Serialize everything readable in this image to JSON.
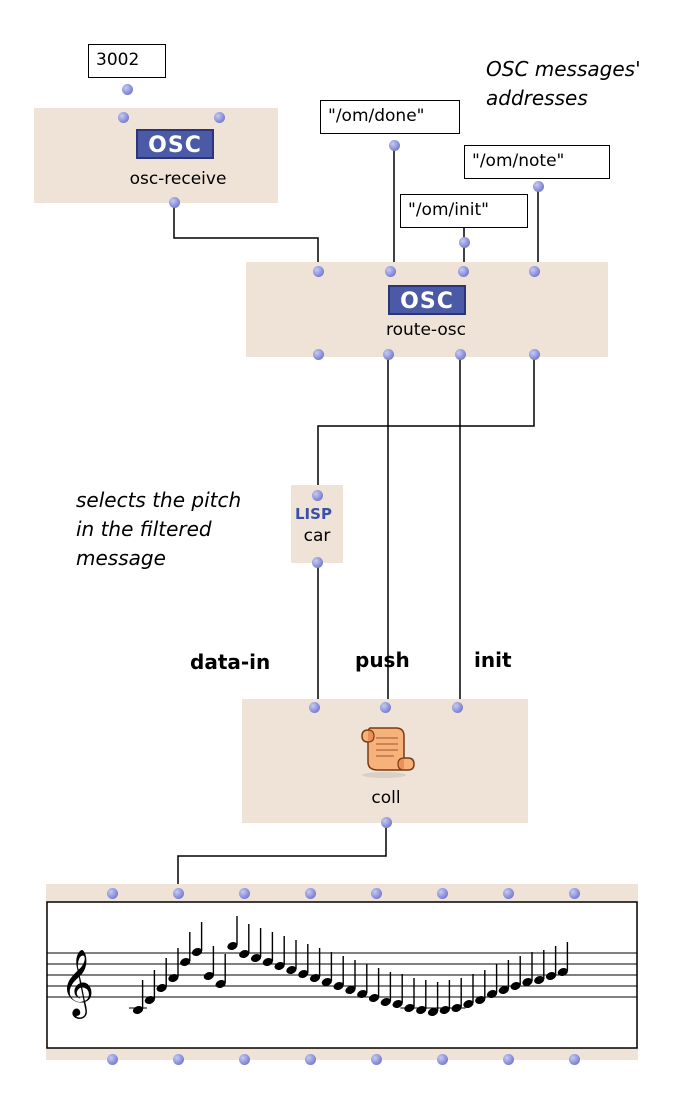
{
  "number_box": {
    "value": "3002"
  },
  "messages": {
    "done": "\"/om/done\"",
    "init": "\"/om/init\"",
    "note": "\"/om/note\""
  },
  "osc_receive": {
    "badge": "OSC",
    "label": "osc-receive"
  },
  "route_osc": {
    "badge": "OSC",
    "label": "route-osc"
  },
  "car_box": {
    "badge": "LISP",
    "label": "car"
  },
  "coll_box": {
    "label": "coll",
    "icon": "scroll-icon"
  },
  "comments": {
    "addresses": [
      "OSC messages'",
      "addresses"
    ],
    "pitch": [
      "selects the pitch",
      "in the filtered",
      "message"
    ]
  },
  "inlet_labels": {
    "data_in": "data-in",
    "push": "push",
    "init": "init"
  },
  "score": {
    "clef": "treble-clef-icon",
    "note_count": 37
  },
  "colors": {
    "box_bg": "#efe3d8",
    "badge_bg": "#4a5aa6",
    "port": "#8a90d8",
    "wire": "#000000"
  }
}
